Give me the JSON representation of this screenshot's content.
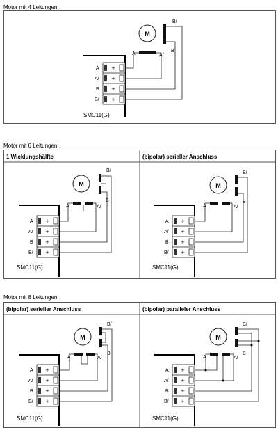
{
  "sections": [
    {
      "title": "Motor mit 4 Leitungen:",
      "panels": [
        {
          "header": ""
        }
      ]
    },
    {
      "title": "Motor mit 6 Leitungen:",
      "panels": [
        {
          "header": "1 Wicklungshälfte"
        },
        {
          "header": "(bipolar) serieller Anschluss"
        }
      ]
    },
    {
      "title": "Motor mit 8 Leitungen:",
      "panels": [
        {
          "header": "(bipolar) serieller Anschluss"
        },
        {
          "header": "(bipolar) paralleler Anschluss"
        }
      ]
    }
  ],
  "labels": {
    "motor": "M",
    "terminals": [
      "A",
      "A/",
      "B",
      "B/"
    ],
    "plus": "+",
    "coil_a": "A",
    "coil_a_inv": "A/",
    "coil_b": "B",
    "coil_b_inv": "B/",
    "controller": "SMC11(G)"
  }
}
